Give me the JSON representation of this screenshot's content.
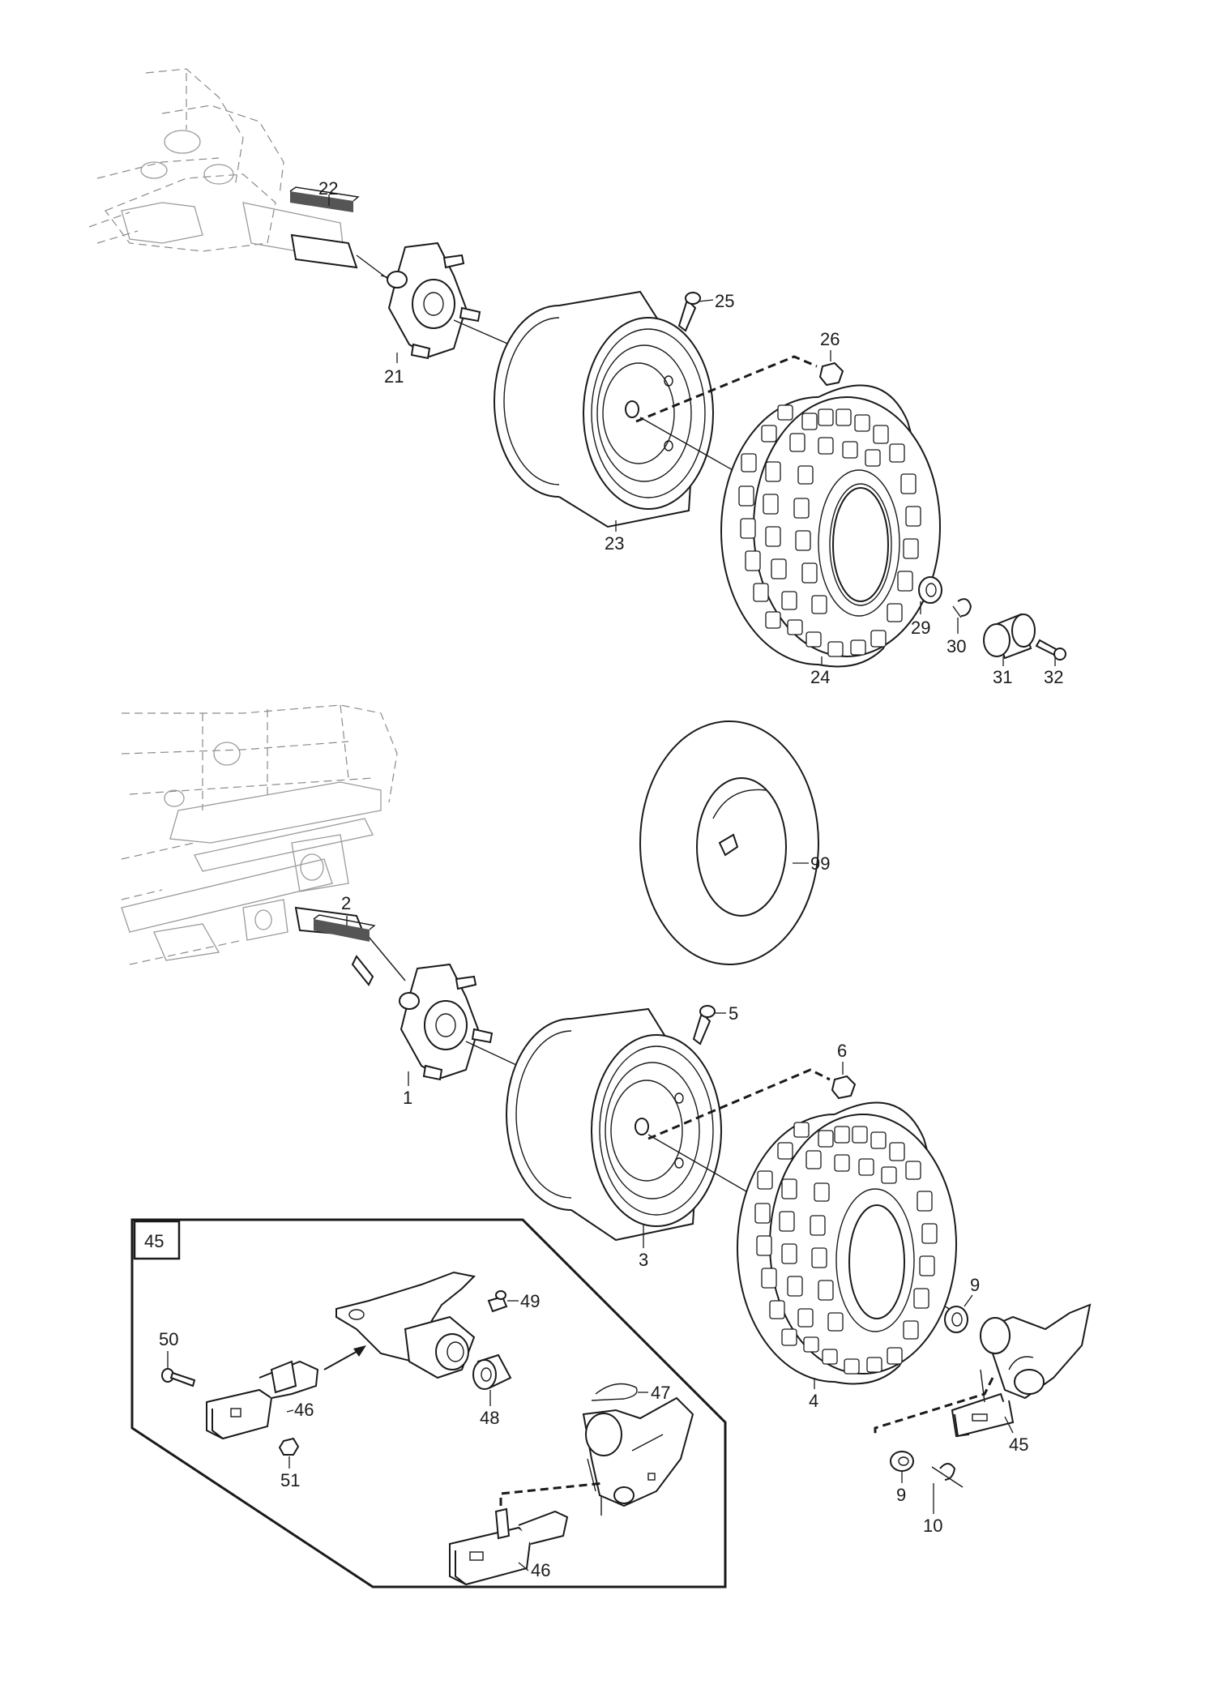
{
  "callouts": {
    "c1": "1",
    "c2": "2",
    "c3": "3",
    "c4": "4",
    "c5": "5",
    "c6": "6",
    "c9a": "9",
    "c9b": "9",
    "c10": "10",
    "c21": "21",
    "c22": "22",
    "c23": "23",
    "c24": "24",
    "c25": "25",
    "c26": "26",
    "c29": "29",
    "c30": "30",
    "c31": "31",
    "c32": "32",
    "c45": "45",
    "c45box": "45",
    "c46a": "46",
    "c46b": "46",
    "c47": "47",
    "c48": "48",
    "c49": "49",
    "c50": "50",
    "c51": "51",
    "c99": "99"
  }
}
